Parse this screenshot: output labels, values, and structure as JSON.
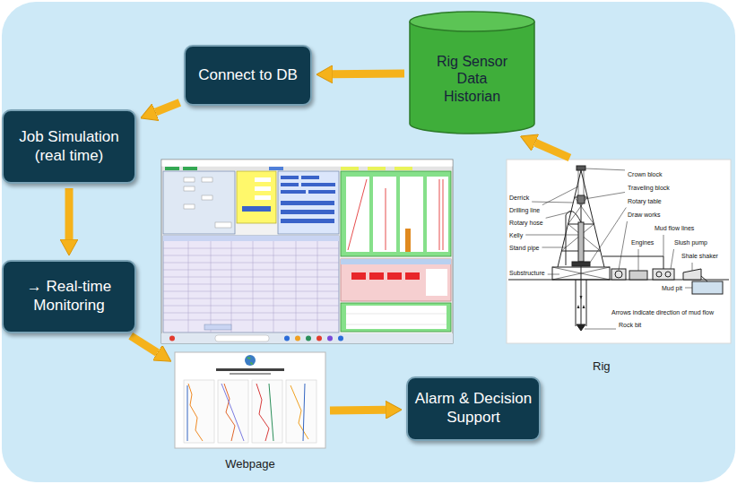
{
  "diagram": {
    "nodes": [
      {
        "text": [
          "Connect to DB"
        ]
      },
      {
        "text": [
          "Rig Sensor Data Historian"
        ]
      },
      {
        "text": [
          "Job Simulation (real time)"
        ]
      },
      {
        "text": [
          "→ Real-time Monitoring"
        ]
      },
      {
        "text": [
          "Webpage"
        ]
      },
      {
        "text": [
          "Alarm & Decision Support"
        ]
      },
      {
        "text": [
          "Rig"
        ]
      }
    ],
    "edges": [
      {
        "from": 6,
        "to": 1,
        "arrow": "to"
      },
      {
        "from": 1,
        "to": 0,
        "arrow": "to"
      },
      {
        "from": 0,
        "to": 2,
        "arrow": "to"
      },
      {
        "from": 2,
        "to": 3,
        "arrow": "to"
      },
      {
        "from": 3,
        "to": 4,
        "arrow": "to"
      },
      {
        "from": 4,
        "to": 5,
        "arrow": "to"
      }
    ],
    "labels": [
      "Crown block",
      "Traveling block",
      "Rotary table",
      "Draw works",
      "Derrick",
      "Drilling line",
      "Rotary hose",
      "Kelly",
      "Stand pipe",
      "Substructure",
      "Mud flow lines",
      "Engines",
      "Slush pump",
      "Shale shaker",
      "Mud pit",
      "Arrows indicate direction of mud flow",
      "Rock bit"
    ]
  }
}
